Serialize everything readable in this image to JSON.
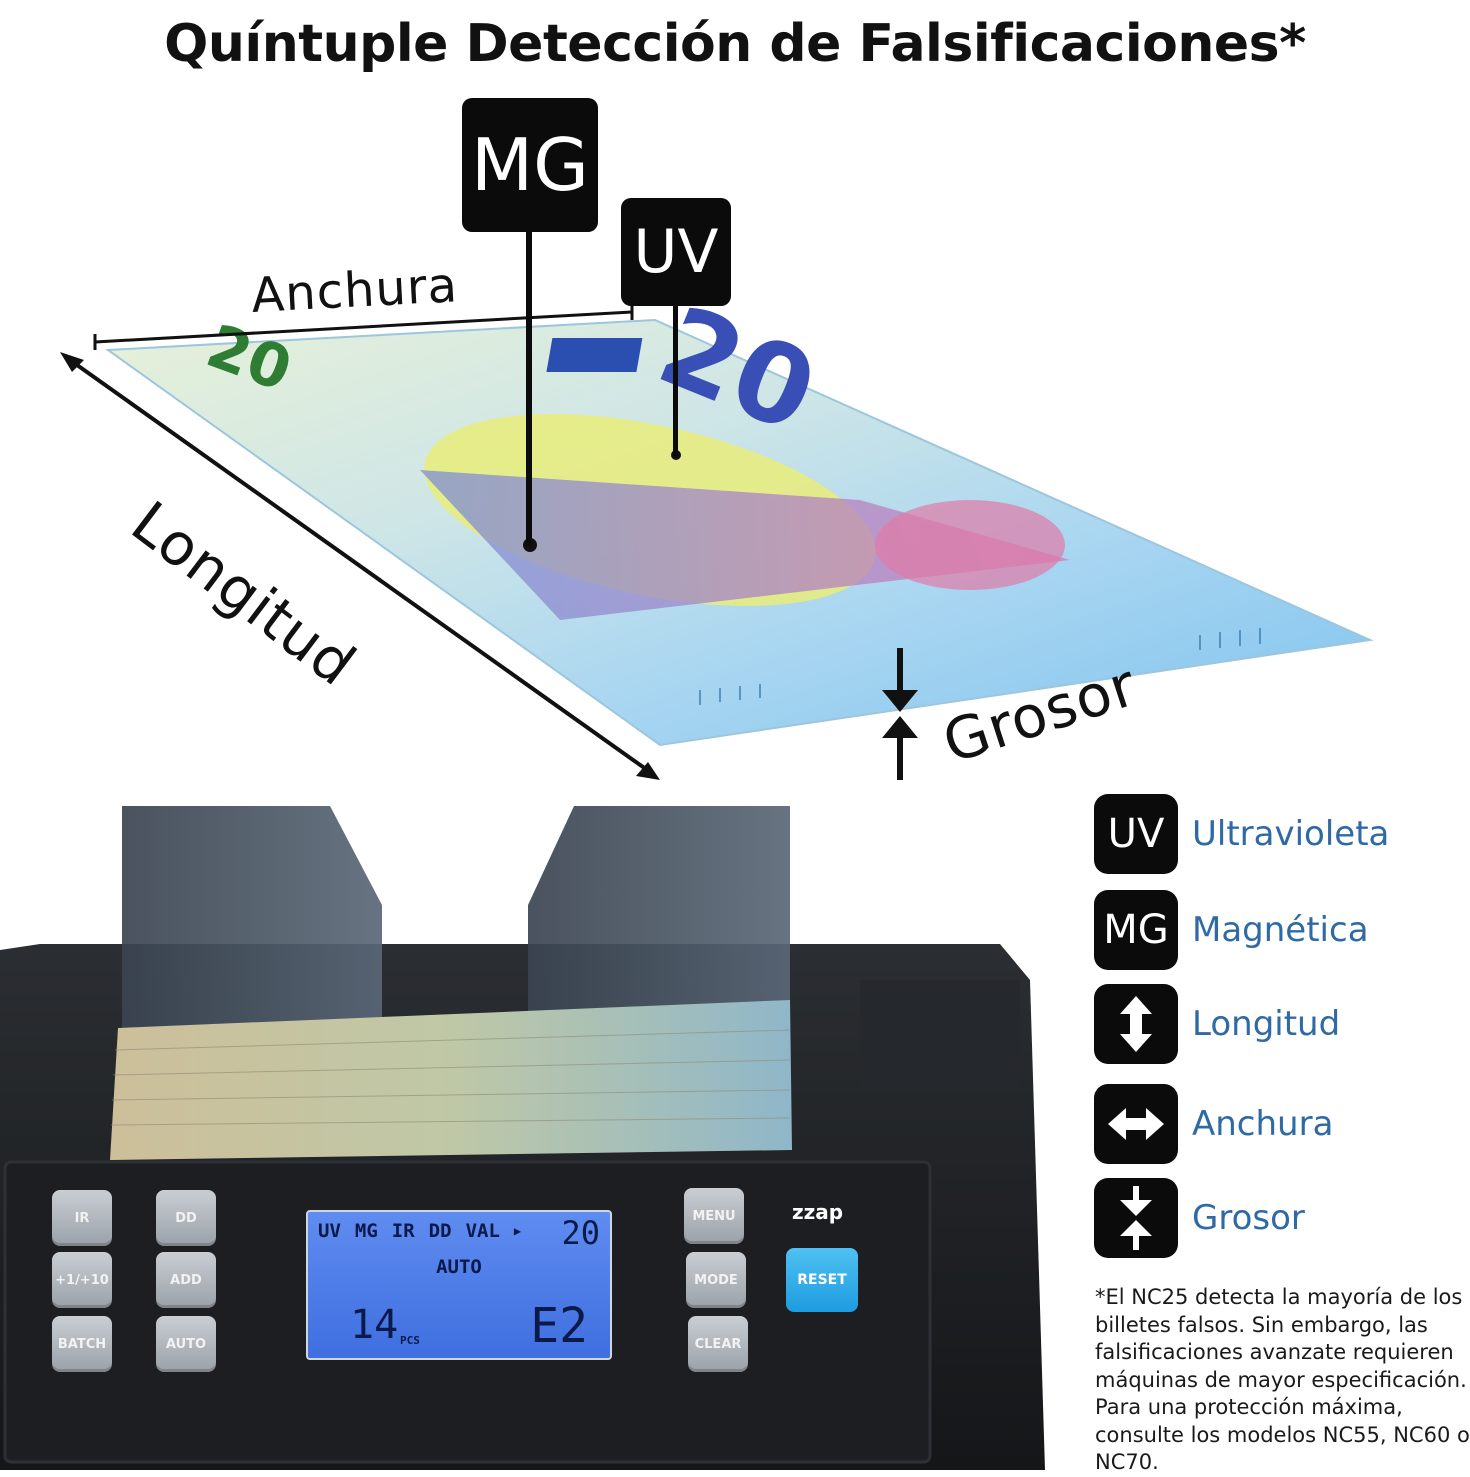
{
  "title": "Quíntuple Detección de Falsificaciones*",
  "banknote": {
    "tag_mg": "MG",
    "tag_uv": "UV",
    "dim_width": "Anchura",
    "dim_length": "Longitud",
    "dim_thickness": "Grosor",
    "denomination": "20"
  },
  "legend": [
    {
      "badge": "UV",
      "label": "Ultravioleta",
      "icon": "uv-badge"
    },
    {
      "badge": "MG",
      "label": "Magnética",
      "icon": "mg-badge"
    },
    {
      "badge": "",
      "label": "Longitud",
      "icon": "vertical-arrows-icon"
    },
    {
      "badge": "",
      "label": "Anchura",
      "icon": "horizontal-arrows-icon"
    },
    {
      "badge": "",
      "label": "Grosor",
      "icon": "thickness-arrows-icon"
    }
  ],
  "footnote": "*El NC25 detecta la mayoría de los billetes falsos. Sin embargo, las falsificaciones avanzate requieren máquinas de mayor especificación. Para una protección máxima, consulte los modelos NC55, NC60 o NC70.",
  "machine": {
    "brand": "zzap",
    "keys_left": [
      "IR",
      "DD",
      "+1/+10",
      "ADD",
      "BATCH",
      "AUTO"
    ],
    "key_menu": "MENU",
    "key_mode": "MODE",
    "key_clear": "CLEAR",
    "key_reset": "RESET",
    "lcd": {
      "modes": [
        "UV",
        "MG",
        "IR",
        "DD",
        "VAL"
      ],
      "value": "20",
      "mode_text": "AUTO",
      "count": "14",
      "count_unit": "PCS",
      "error": "E2"
    }
  },
  "colors": {
    "accent_blue": "#2f6aa5",
    "reset_button": "#1e9ce0",
    "lcd": "#4a78e8"
  }
}
